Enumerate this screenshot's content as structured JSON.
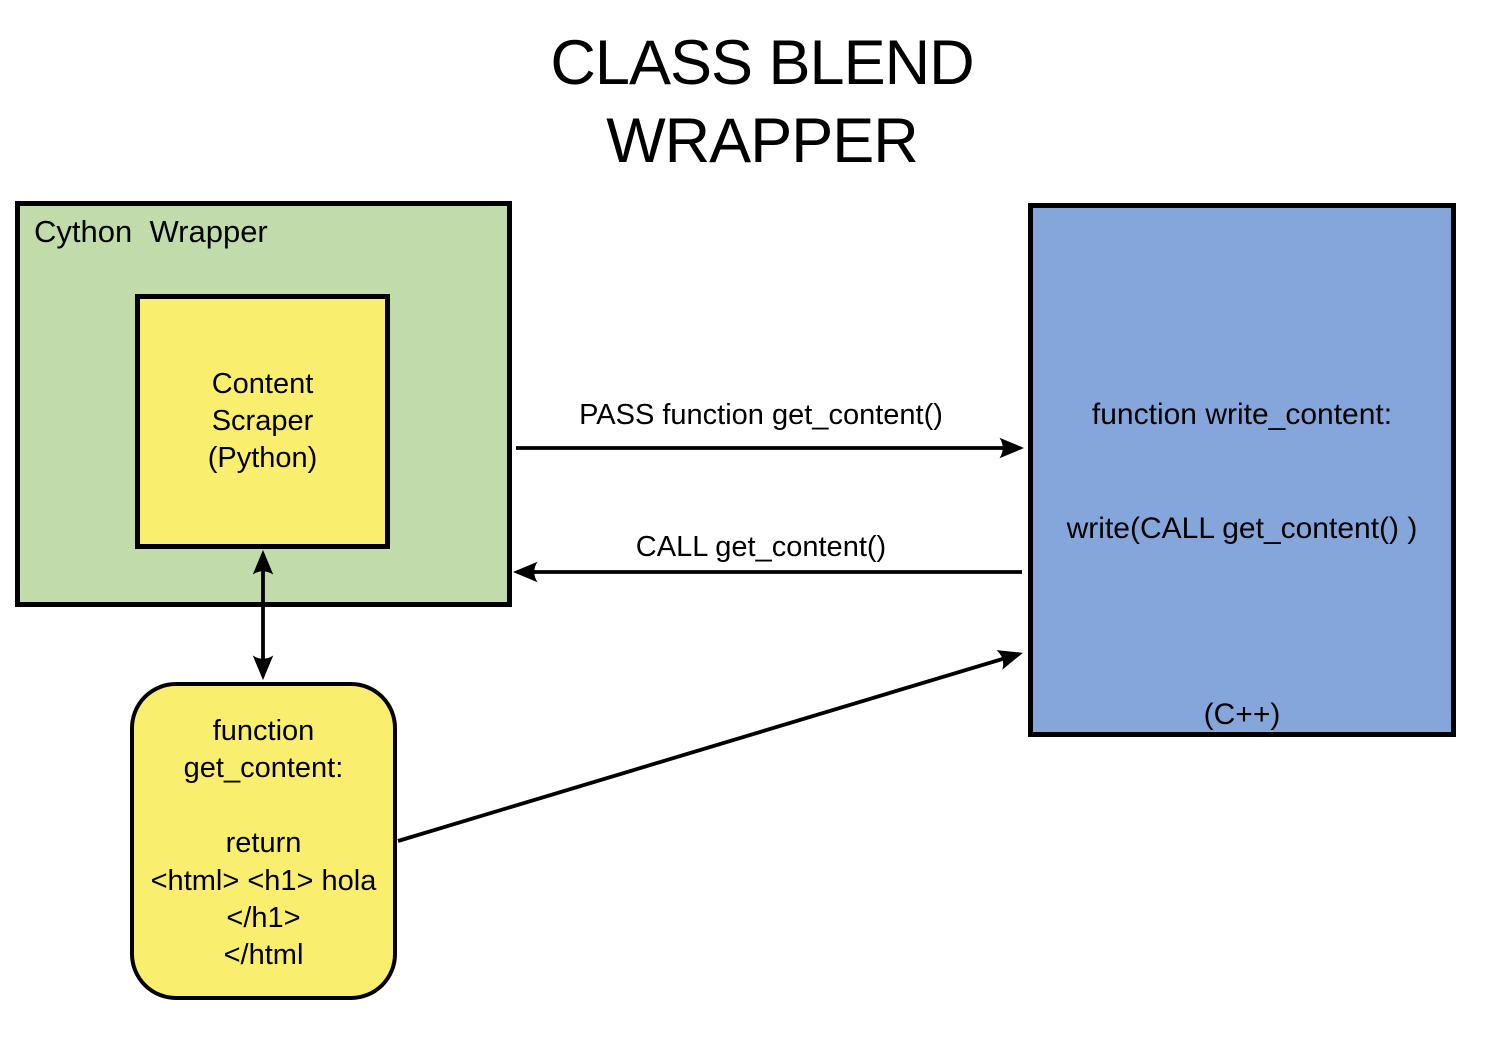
{
  "title": {
    "line1": "CLASS BLEND",
    "line2": "WRAPPER"
  },
  "colors": {
    "wrapper_green": "#c1dcaa",
    "box_yellow": "#faee6e",
    "box_blue": "#85a6db",
    "stroke": "#000000",
    "canvas": "#ffffff"
  },
  "wrapper_box": {
    "label": "Cython  Wrapper"
  },
  "scraper_box": {
    "line1": "Content",
    "line2": "Scraper",
    "line3": "(Python)"
  },
  "cpp_box": {
    "header": "function write_content:",
    "body": "write(CALL get_content() )",
    "footer": "(C++)"
  },
  "function_box": {
    "line1": "function",
    "line2": "get_content:",
    "line3": "",
    "line4": "return",
    "line5": "<html> <h1> hola",
    "line6": "</h1>",
    "line7": "</html"
  },
  "arrows": {
    "pass_label": "PASS function get_content()",
    "call_label": "CALL get_content()"
  }
}
